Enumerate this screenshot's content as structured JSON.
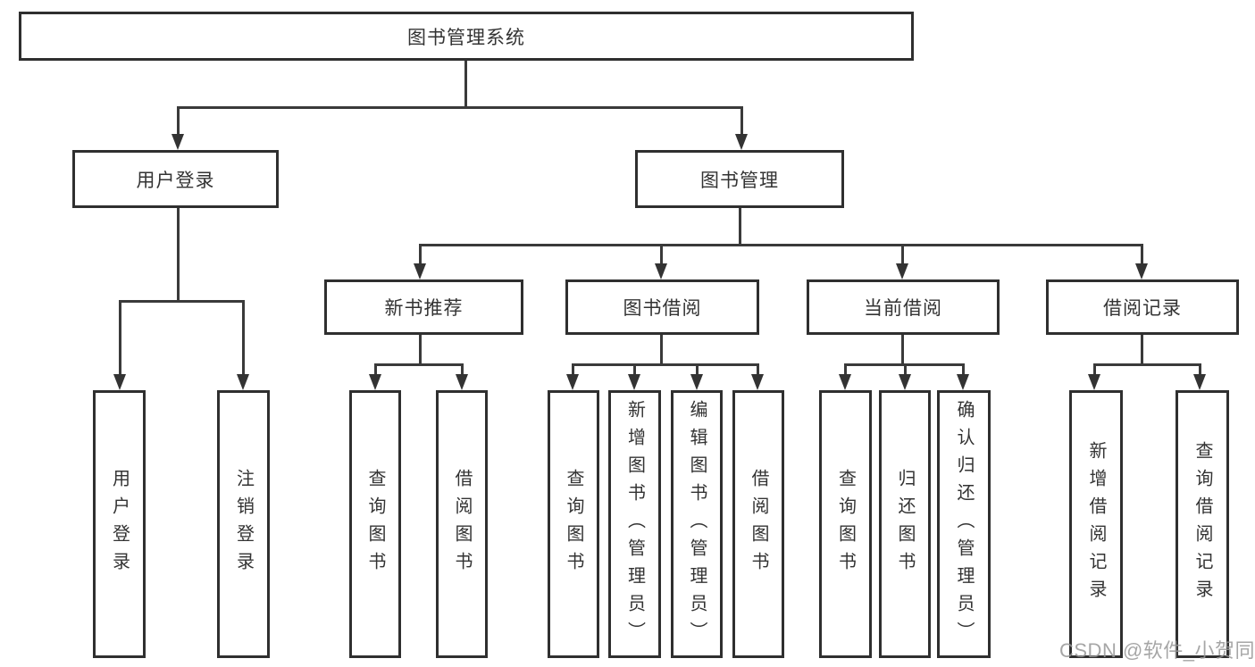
{
  "title": "图书管理系统",
  "watermark": {
    "text": "CSDN @软件_小贺同学"
  },
  "colors": {
    "background": "#ffffff",
    "box_border": "#2f2f2f",
    "line": "#3a3a3a",
    "text": "#333333",
    "watermark_text": "#969696"
  },
  "tree": {
    "root": {
      "label": "图书管理系统",
      "children": [
        {
          "label": "用户登录",
          "children": [
            {
              "label": "用户登录"
            },
            {
              "label": "注销登录"
            }
          ]
        },
        {
          "label": "图书管理",
          "children": [
            {
              "label": "新书推荐",
              "children": [
                {
                  "label": "查询图书"
                },
                {
                  "label": "借阅图书"
                }
              ]
            },
            {
              "label": "图书借阅",
              "children": [
                {
                  "label": "查询图书"
                },
                {
                  "label": "新增图书（管理员）"
                },
                {
                  "label": "编辑图书（管理员）"
                },
                {
                  "label": "借阅图书"
                }
              ]
            },
            {
              "label": "当前借阅",
              "children": [
                {
                  "label": "查询图书"
                },
                {
                  "label": "归还图书"
                },
                {
                  "label": "确认归还（管理员）"
                }
              ]
            },
            {
              "label": "借阅记录",
              "children": [
                {
                  "label": "新增借阅记录"
                },
                {
                  "label": "查询借阅记录"
                }
              ]
            }
          ]
        }
      ]
    }
  }
}
